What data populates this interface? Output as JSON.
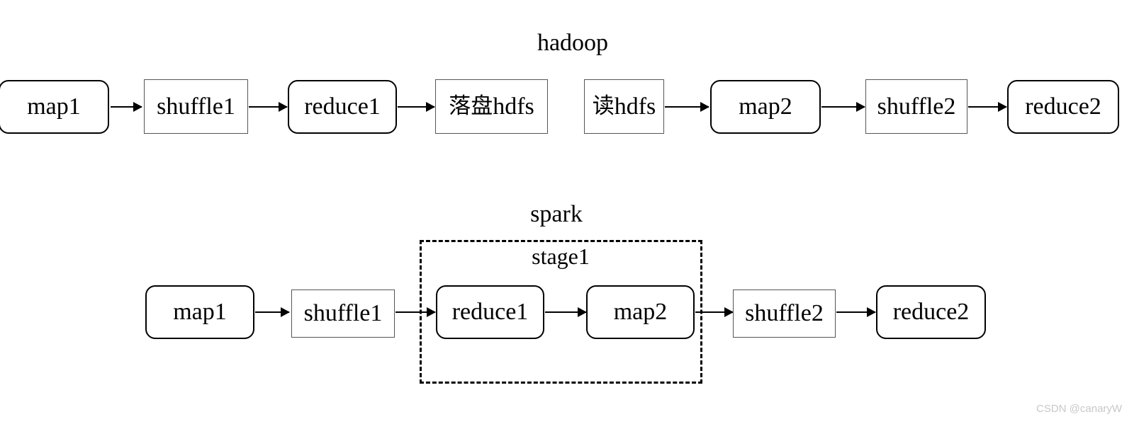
{
  "diagram": {
    "sections": [
      {
        "id": "hadoop",
        "title": "hadoop"
      },
      {
        "id": "spark",
        "title": "spark"
      }
    ],
    "hadoop_nodes": [
      {
        "label": "map1",
        "shape": "rounded"
      },
      {
        "label": "shuffle1",
        "shape": "sharp"
      },
      {
        "label": "reduce1",
        "shape": "rounded"
      },
      {
        "label_cjk": "落盘",
        "label_ascii": "hdfs",
        "shape": "sharp"
      },
      {
        "label_cjk": "读",
        "label_ascii": "hdfs",
        "shape": "sharp"
      },
      {
        "label": "map2",
        "shape": "rounded"
      },
      {
        "label": "shuffle2",
        "shape": "sharp"
      },
      {
        "label": "reduce2",
        "shape": "rounded"
      }
    ],
    "spark_nodes": [
      {
        "label": "map1",
        "shape": "rounded"
      },
      {
        "label": "shuffle1",
        "shape": "sharp"
      },
      {
        "label": "reduce1",
        "shape": "rounded"
      },
      {
        "label": "map2",
        "shape": "rounded"
      },
      {
        "label": "shuffle2",
        "shape": "sharp"
      },
      {
        "label": "reduce2",
        "shape": "rounded"
      }
    ],
    "group": {
      "label": "stage1"
    }
  },
  "watermark": {
    "text": "CSDN @canaryW"
  },
  "colors": {
    "stroke": "#000000",
    "sharp_border": "#555555",
    "background": "#ffffff",
    "watermark": "#c8c8c8"
  }
}
